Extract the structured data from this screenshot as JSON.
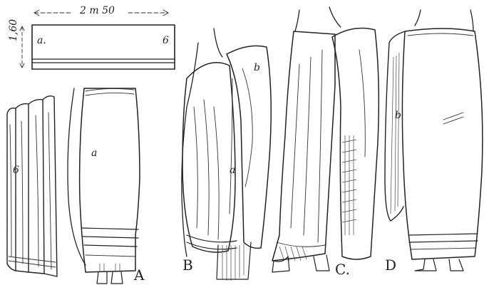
{
  "diagram": {
    "width_label": "2 m 50",
    "height_label": "1,60",
    "cloth_corner_a": "a.",
    "cloth_corner_b": "6",
    "figure_letters": {
      "A": "A",
      "B": "B",
      "C": "C.",
      "D": "D"
    },
    "drape_marks": {
      "fig_a_fold": "6",
      "fig_a_body": "a",
      "fig_b_top": "b",
      "fig_b_body": "a",
      "fig_d_fold": "b"
    }
  }
}
